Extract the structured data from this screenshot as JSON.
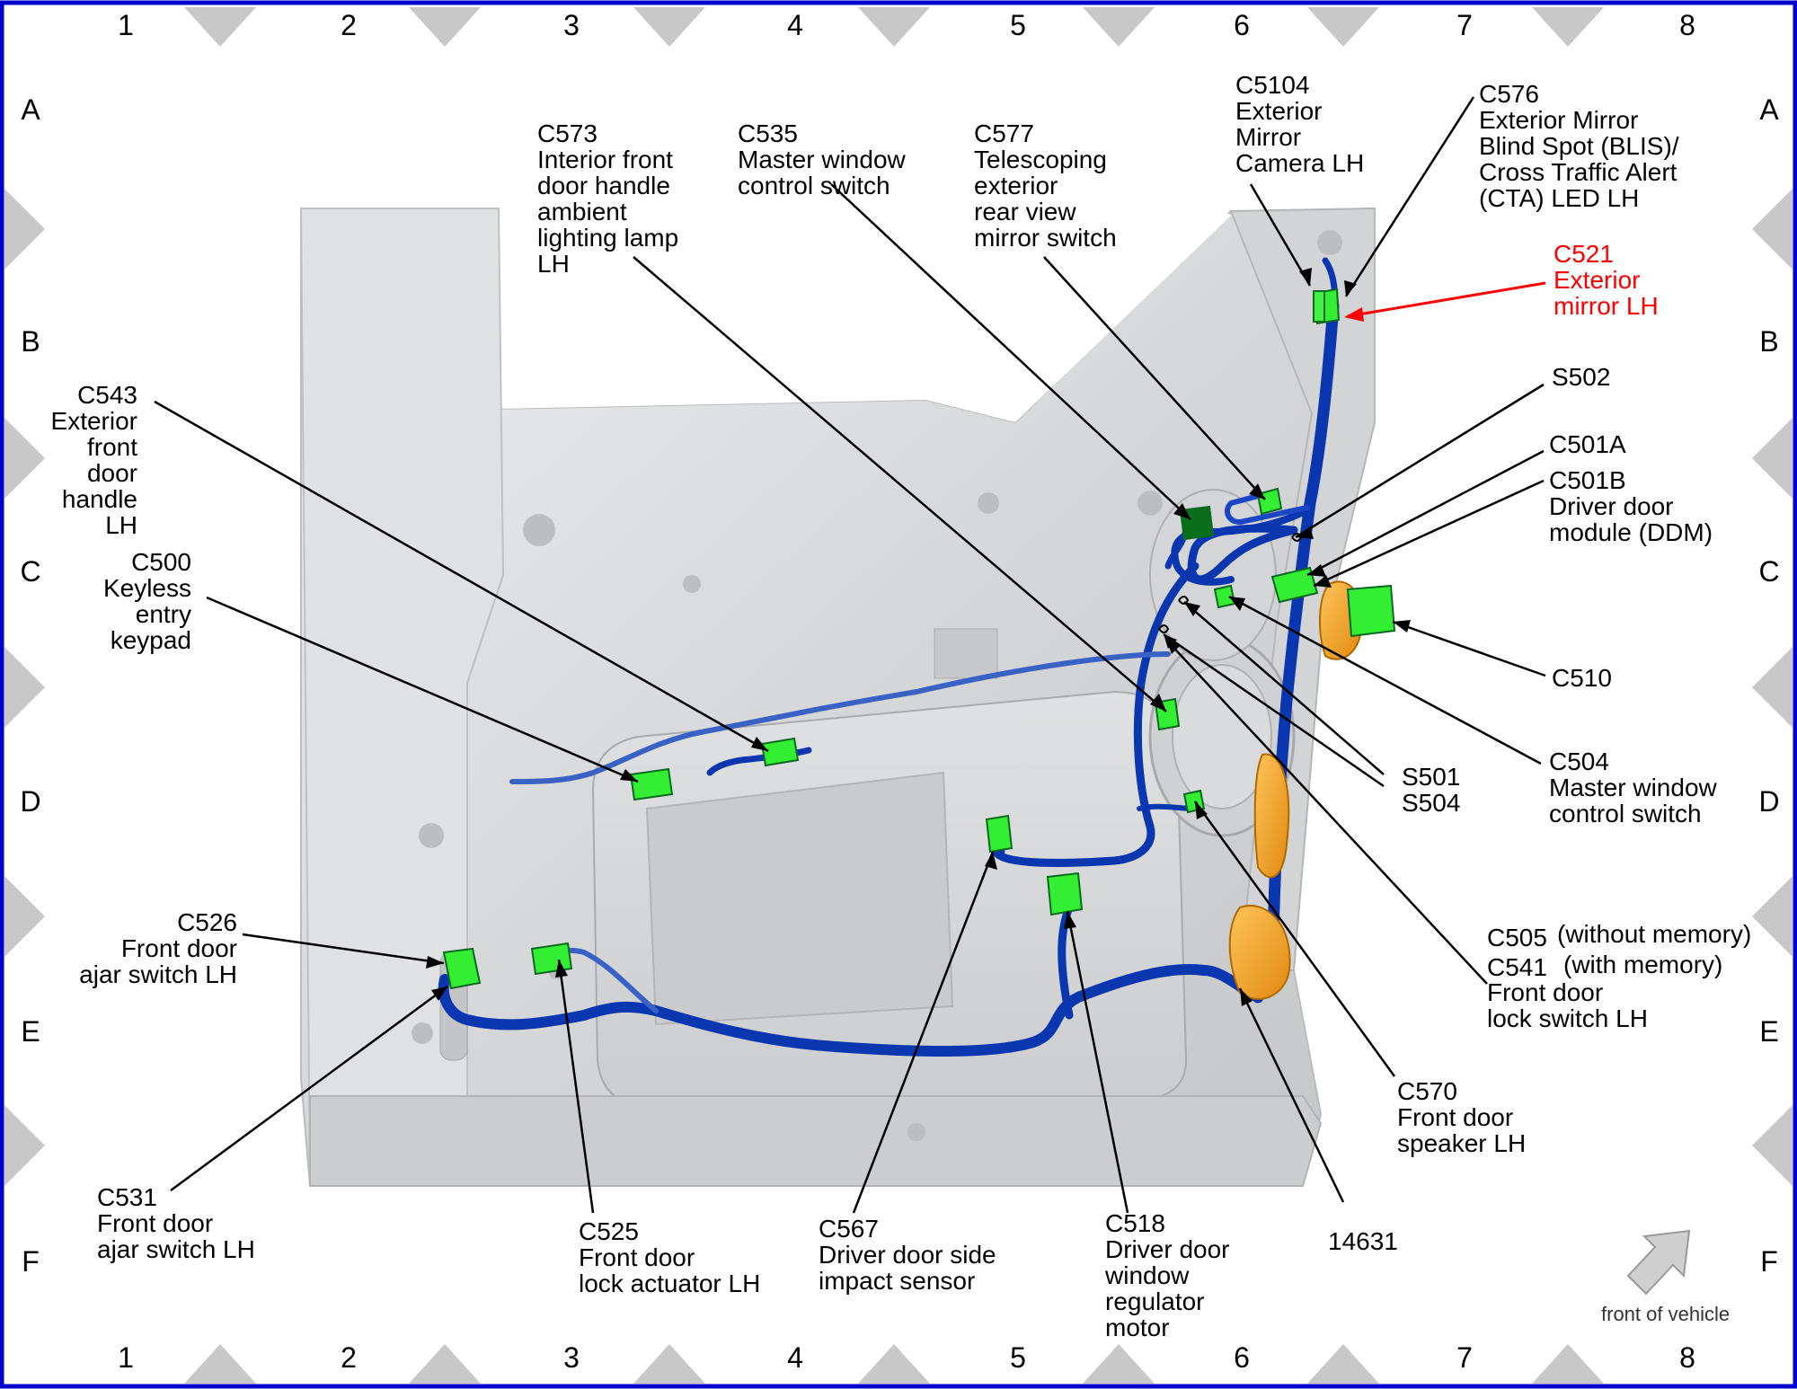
{
  "grid": {
    "columns": [
      "1",
      "2",
      "3",
      "4",
      "5",
      "6",
      "7",
      "8"
    ],
    "rows": [
      "A",
      "B",
      "C",
      "D",
      "E",
      "F"
    ]
  },
  "components": {
    "c573": "C573\nInterior front\ndoor handle\nambient\nlighting lamp\nLH",
    "c535": "C535\nMaster window\ncontrol switch",
    "c577": "C577\nTelescoping\nexterior\nrear view\nmirror switch",
    "c5104": "C5104\nExterior\nMirror\nCamera LH",
    "c576": "C576\nExterior Mirror\nBlind Spot (BLIS)/\nCross Traffic Alert\n(CTA) LED LH",
    "c521": "C521\nExterior\nmirror LH",
    "s502": "S502",
    "c501a": "C501A",
    "c501b": "C501B\nDriver door\nmodule (DDM)",
    "c510": "C510",
    "c504": "C504\nMaster window\ncontrol switch",
    "s501_s504": "S501\nS504",
    "c543": "C543\nExterior\nfront\ndoor\nhandle\nLH",
    "c500": "C500\nKeyless\nentry\nkeypad",
    "c505_line": "C505",
    "c505_note": "(without memory)",
    "c541_line": "C541",
    "c541_note": "(with memory)",
    "c505_desc": "Front door\nlock switch LH",
    "c526": "C526\nFront door\najar switch LH",
    "c570": "C570\nFront door\nspeaker LH",
    "c531": "C531\nFront door\najar switch LH",
    "c525": "C525\nFront door\nlock actuator LH",
    "c567": "C567\nDriver door side\nimpact sensor",
    "c518": "C518\nDriver door\nwindow\nregulator\nmotor",
    "h14631": "14631"
  },
  "orientation": {
    "label": "front of vehicle"
  },
  "colors": {
    "connector": "#33ee33",
    "connector_dark": "#0b6e1a",
    "harness": "#0a36b0",
    "harness_light": "#3a62c4",
    "door_panel": "#d6d8da",
    "highlight_callout": "#ff0000",
    "frame": "#0000cc",
    "grid_marker": "#c8c8c8"
  }
}
